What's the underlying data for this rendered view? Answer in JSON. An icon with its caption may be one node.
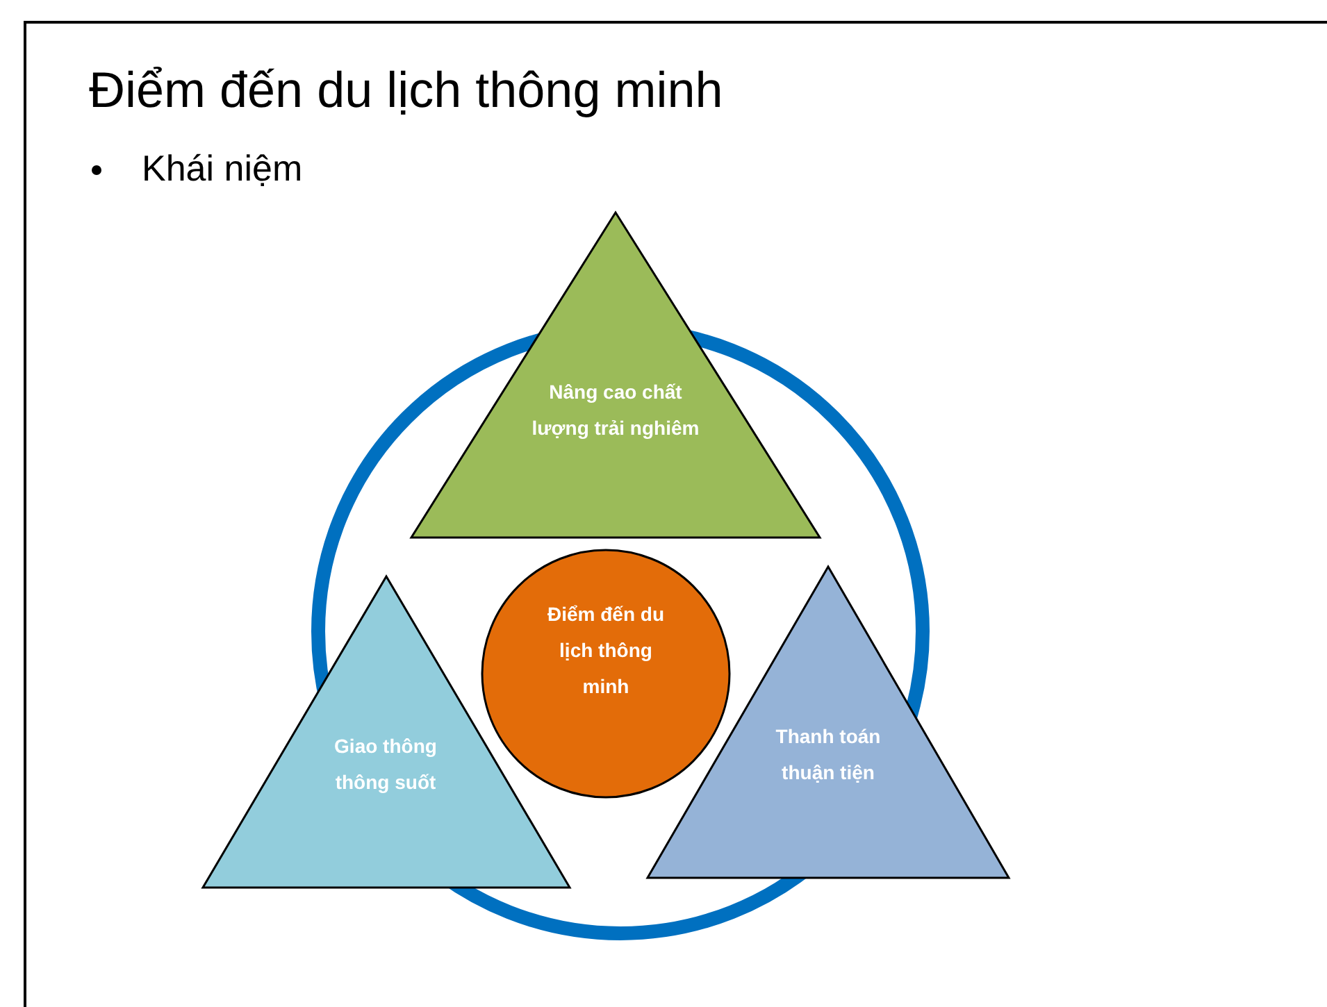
{
  "diagram": {
    "title": "Điểm đến du lịch thông minh",
    "nodes": [
      {
        "text": [],
        "shape": "circle"
      },
      {
        "text": [
          "Nâng cao chất lượng trải nghiêm"
        ]
      },
      {
        "text": [
          "Điểm đến du lịch thông minh"
        ],
        "in": 0
      },
      {
        "text": [
          "Giao thông thông suốt"
        ]
      },
      {
        "text": [
          "Thanh toán thuận tiện"
        ]
      }
    ],
    "labels": [
      "Khái niệm"
    ]
  }
}
